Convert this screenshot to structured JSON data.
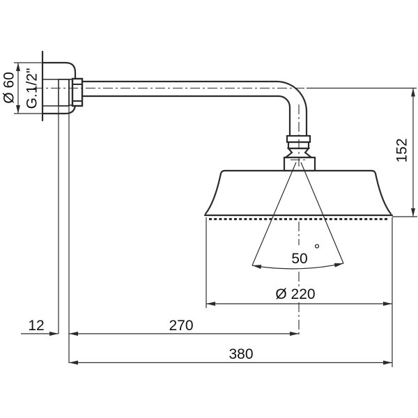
{
  "drawing": {
    "type": "technical-dimension-drawing",
    "subject": "wall-mounted shower head with shower arm",
    "background_color": "#ffffff",
    "line_color": "#2b2b2b",
    "labels": {
      "flange_diameter": "Ø 60",
      "thread_size": "G.1/2\"",
      "drop_height": "152",
      "spray_angle_value": "50",
      "spray_angle_unit": "°",
      "head_diameter": "Ø 220",
      "wall_offset": "12",
      "center_distance": "270",
      "total_reach": "380"
    }
  }
}
